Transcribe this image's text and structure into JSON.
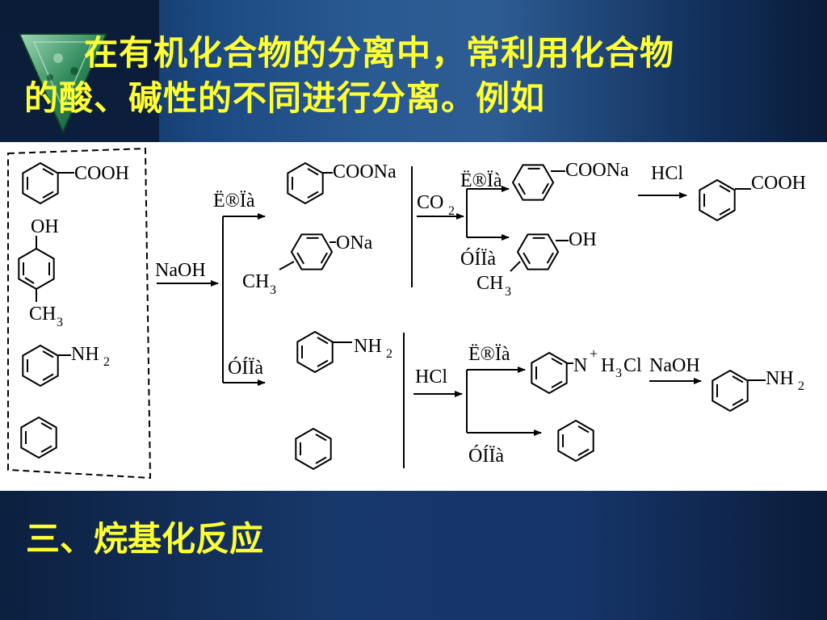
{
  "slide": {
    "title_line1": "在有机化合物的分离中，常利用化合物",
    "title_line2": "的酸、碱性的不同进行分离。例如",
    "subtitle": "三、烷基化反应"
  },
  "diagram": {
    "mixture": {
      "cooh": "COOH",
      "oh": "OH",
      "ch": "CH",
      "sub3": "3",
      "nh": "NH",
      "sub2": "2"
    },
    "reagent_naoh": "NaOH",
    "layer_aqueous": "Ë®Ïà",
    "layer_organic": "ÓÍÏà",
    "products": {
      "coona": "COONa",
      "ona": "ONa",
      "ch": "CH",
      "sub3": "3",
      "nh": "NH",
      "sub2": "2"
    },
    "reagent_co": "CO",
    "co_sub": "2",
    "step2": {
      "aqueous_label": "Ë®Ïà",
      "coona": "COONa",
      "hcl": "HCl",
      "final_cooh": "COOH",
      "organic_label": "ÓÍÏà",
      "oh": "OH",
      "ch": "CH",
      "sub3": "3"
    },
    "amine": {
      "hcl": "HCl",
      "aqueous_label": "Ë®Ïà",
      "salt_n": "N",
      "salt_plus": "+",
      "salt_h": "H",
      "salt_sub3": "3",
      "salt_cl": "Cl",
      "naoh": "NaOH",
      "final_nh": "NH",
      "final_sub2": "2",
      "organic_label": "ÓÍÏà"
    }
  }
}
